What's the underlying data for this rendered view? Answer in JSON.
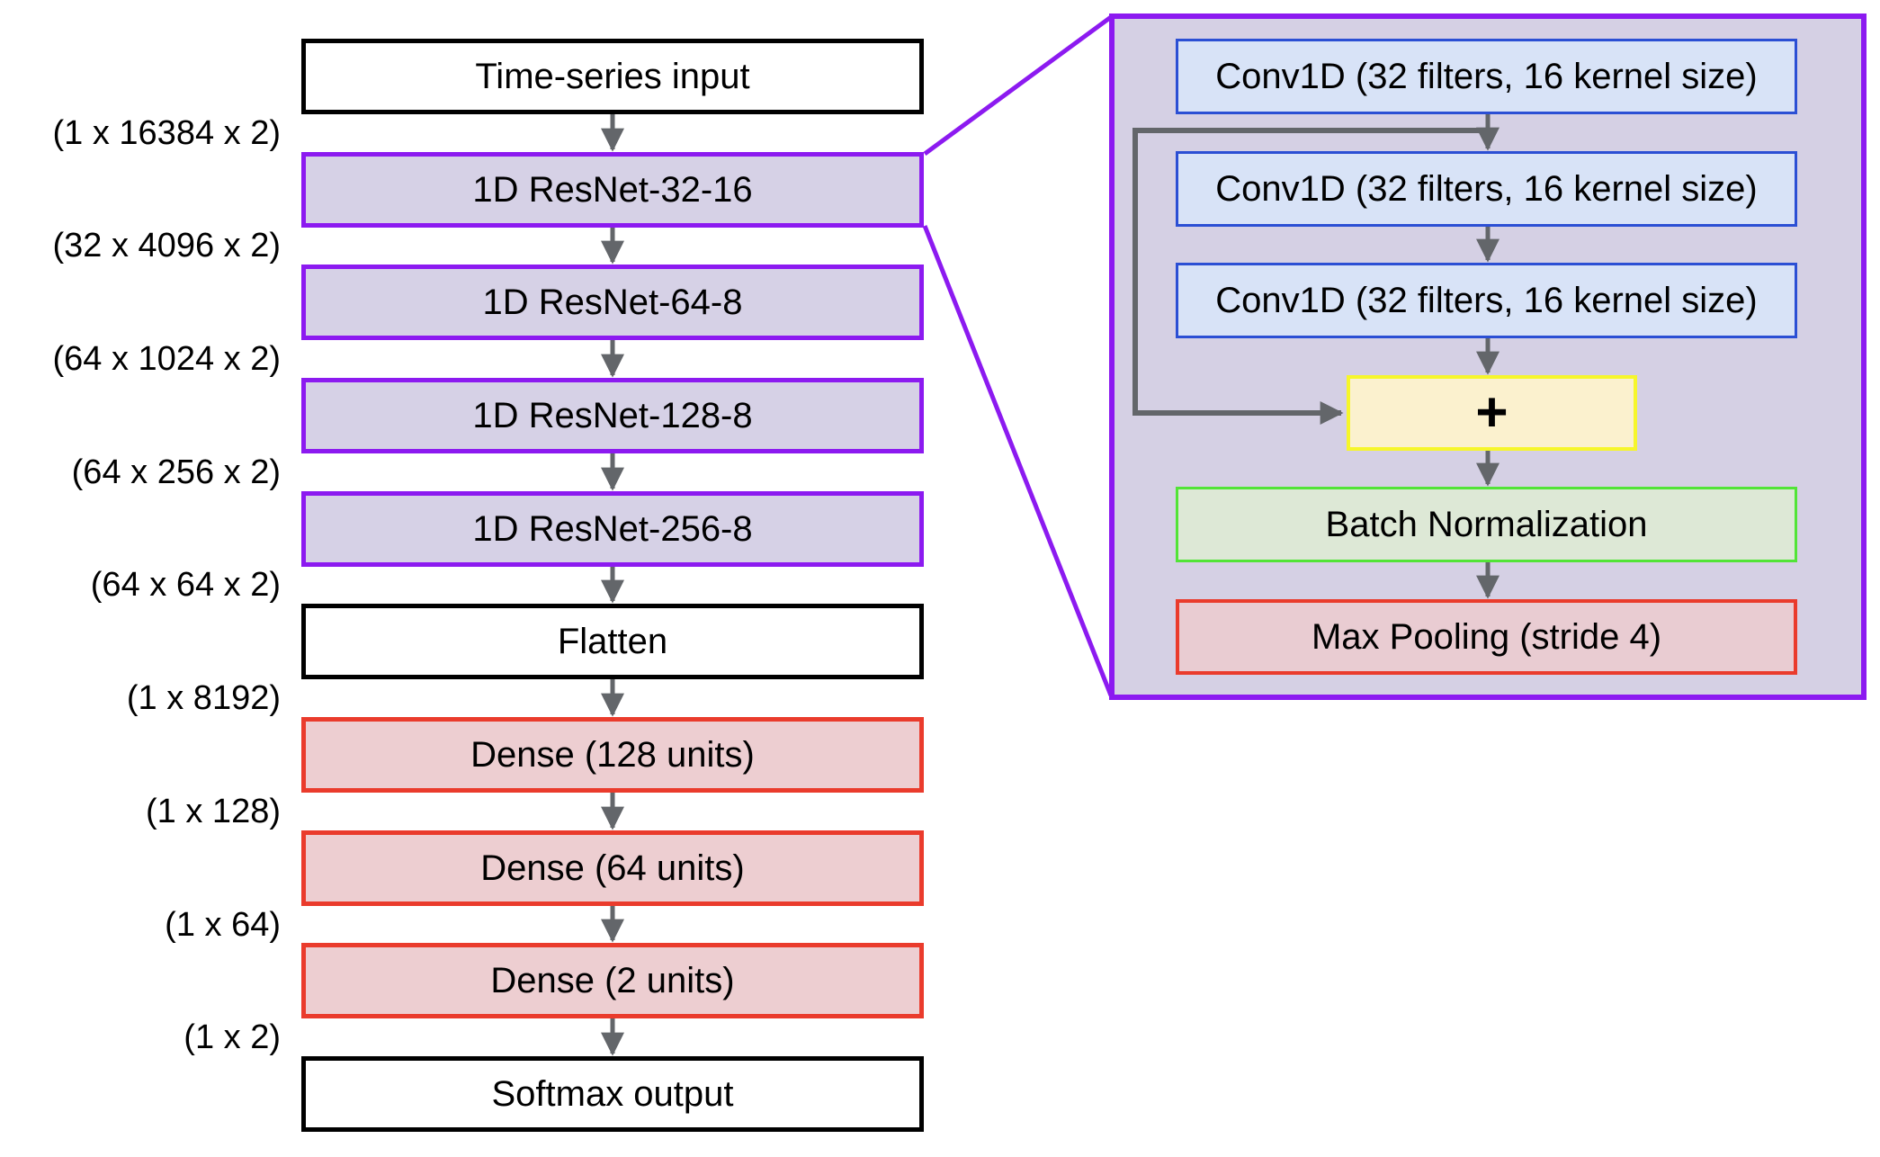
{
  "diagram": {
    "description": "1D ResNet convolutional neural network architecture with zoomed residual block detail"
  },
  "colors": {
    "purple_border": "#8c1af0",
    "lavender_fill": "#d6d1e6",
    "panel_fill": "#d5d0e4",
    "black_border": "#000000",
    "red_border": "#ea3b2c",
    "pink_fill": "#edced1",
    "blue_border": "#2b4fd4",
    "blue_fill": "#d8e3f7",
    "yellow_border": "#f6f62b",
    "yellow_fill": "#fbf1ce",
    "green_border": "#52e437",
    "green_fill": "#dde8d6",
    "arrow_gray": "#63666a",
    "background": "#ffffff"
  },
  "pipeline": {
    "boxes": [
      {
        "label": "Time-series input"
      },
      {
        "label": "1D ResNet-32-16"
      },
      {
        "label": "1D ResNet-64-8"
      },
      {
        "label": "1D ResNet-128-8"
      },
      {
        "label": "1D ResNet-256-8"
      },
      {
        "label": "Flatten"
      },
      {
        "label": "Dense (128 units)"
      },
      {
        "label": "Dense (64 units)"
      },
      {
        "label": "Dense (2 units)"
      },
      {
        "label": "Softmax output"
      }
    ],
    "dim_labels": [
      "(1 x 16384 x 2)",
      "(32 x 4096 x 2)",
      "(64 x 1024 x 2)",
      "(64 x 256 x 2)",
      "(64 x 64 x 2)",
      "(1 x 8192)",
      "(1 x 128)",
      "(1 x 64)",
      "(1 x 2)"
    ]
  },
  "detail": {
    "conv1": "Conv1D (32 filters, 16 kernel size)",
    "conv2": "Conv1D (32 filters, 16 kernel size)",
    "conv3": "Conv1D (32 filters, 16 kernel size)",
    "plus": "+",
    "batch_norm": "Batch Normalization",
    "max_pool": "Max Pooling (stride 4)"
  }
}
